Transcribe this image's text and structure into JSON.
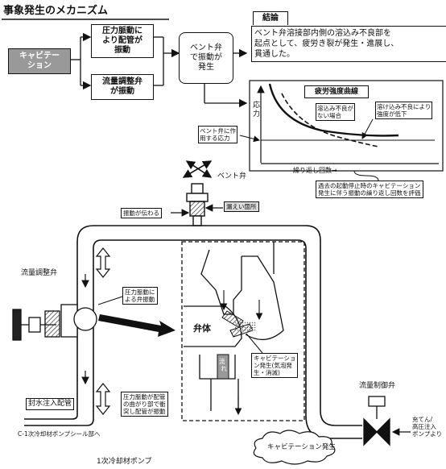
{
  "title": "事象発生のメカニズム",
  "flow": {
    "cavitation": "キャビテー\nション",
    "pressure_pulse": "圧力脈動に\nより配管が\n振動",
    "flow_valve_vib": "流量調整弁\nが振動",
    "vent_vib": "ベント弁\nで振動が\n発生"
  },
  "conclusion": {
    "heading": "結論",
    "text": "ベント弁溶接部内側の溶込み不良部を\n起点として、疲労き裂が発生・進展し、\n貫通した。"
  },
  "fatigue_chart": {
    "curve_label": "疲労強度曲線",
    "y_label": "応\n力",
    "x_label": "繰り返し回数→",
    "note_no_defect": "溶込み不良が\nない場合",
    "note_defect": "溶け込み不良により\n強度が低下",
    "vent_stress": "ベント弁に作\n用する応力",
    "eval_note": "過去の起動停止時のキャビテーション\n発生に伴う振動の繰り返し回数を評価"
  },
  "labels": {
    "vent_valve": "ベント弁",
    "vib_transmit": "振動が伝わる",
    "leak_point": "漏えい箇所",
    "flow_control_valve_left": "流量調整弁",
    "pressure_pulse_valve": "圧力脈動に\nよる弁振動",
    "valve_body": "弁体",
    "seal_water_pipe": "封水注入配管",
    "pressure_pulse_bend": "圧力脈動が配管\nの曲がり部で衝\n突し配管が振動",
    "cav_generation": "キャビテーショ\nン発生(気泡発\n生・消滅)",
    "flow": "流\n れ",
    "to_seal": "C-1次冷却材ポンプシール部へ",
    "pump": "1次冷却材ポンプ",
    "flow_regulating_valve": "流量制御弁",
    "from_charging": "充てん/\n高圧注入\nポンプより",
    "cav_cloud": "キャビテーション発生"
  }
}
